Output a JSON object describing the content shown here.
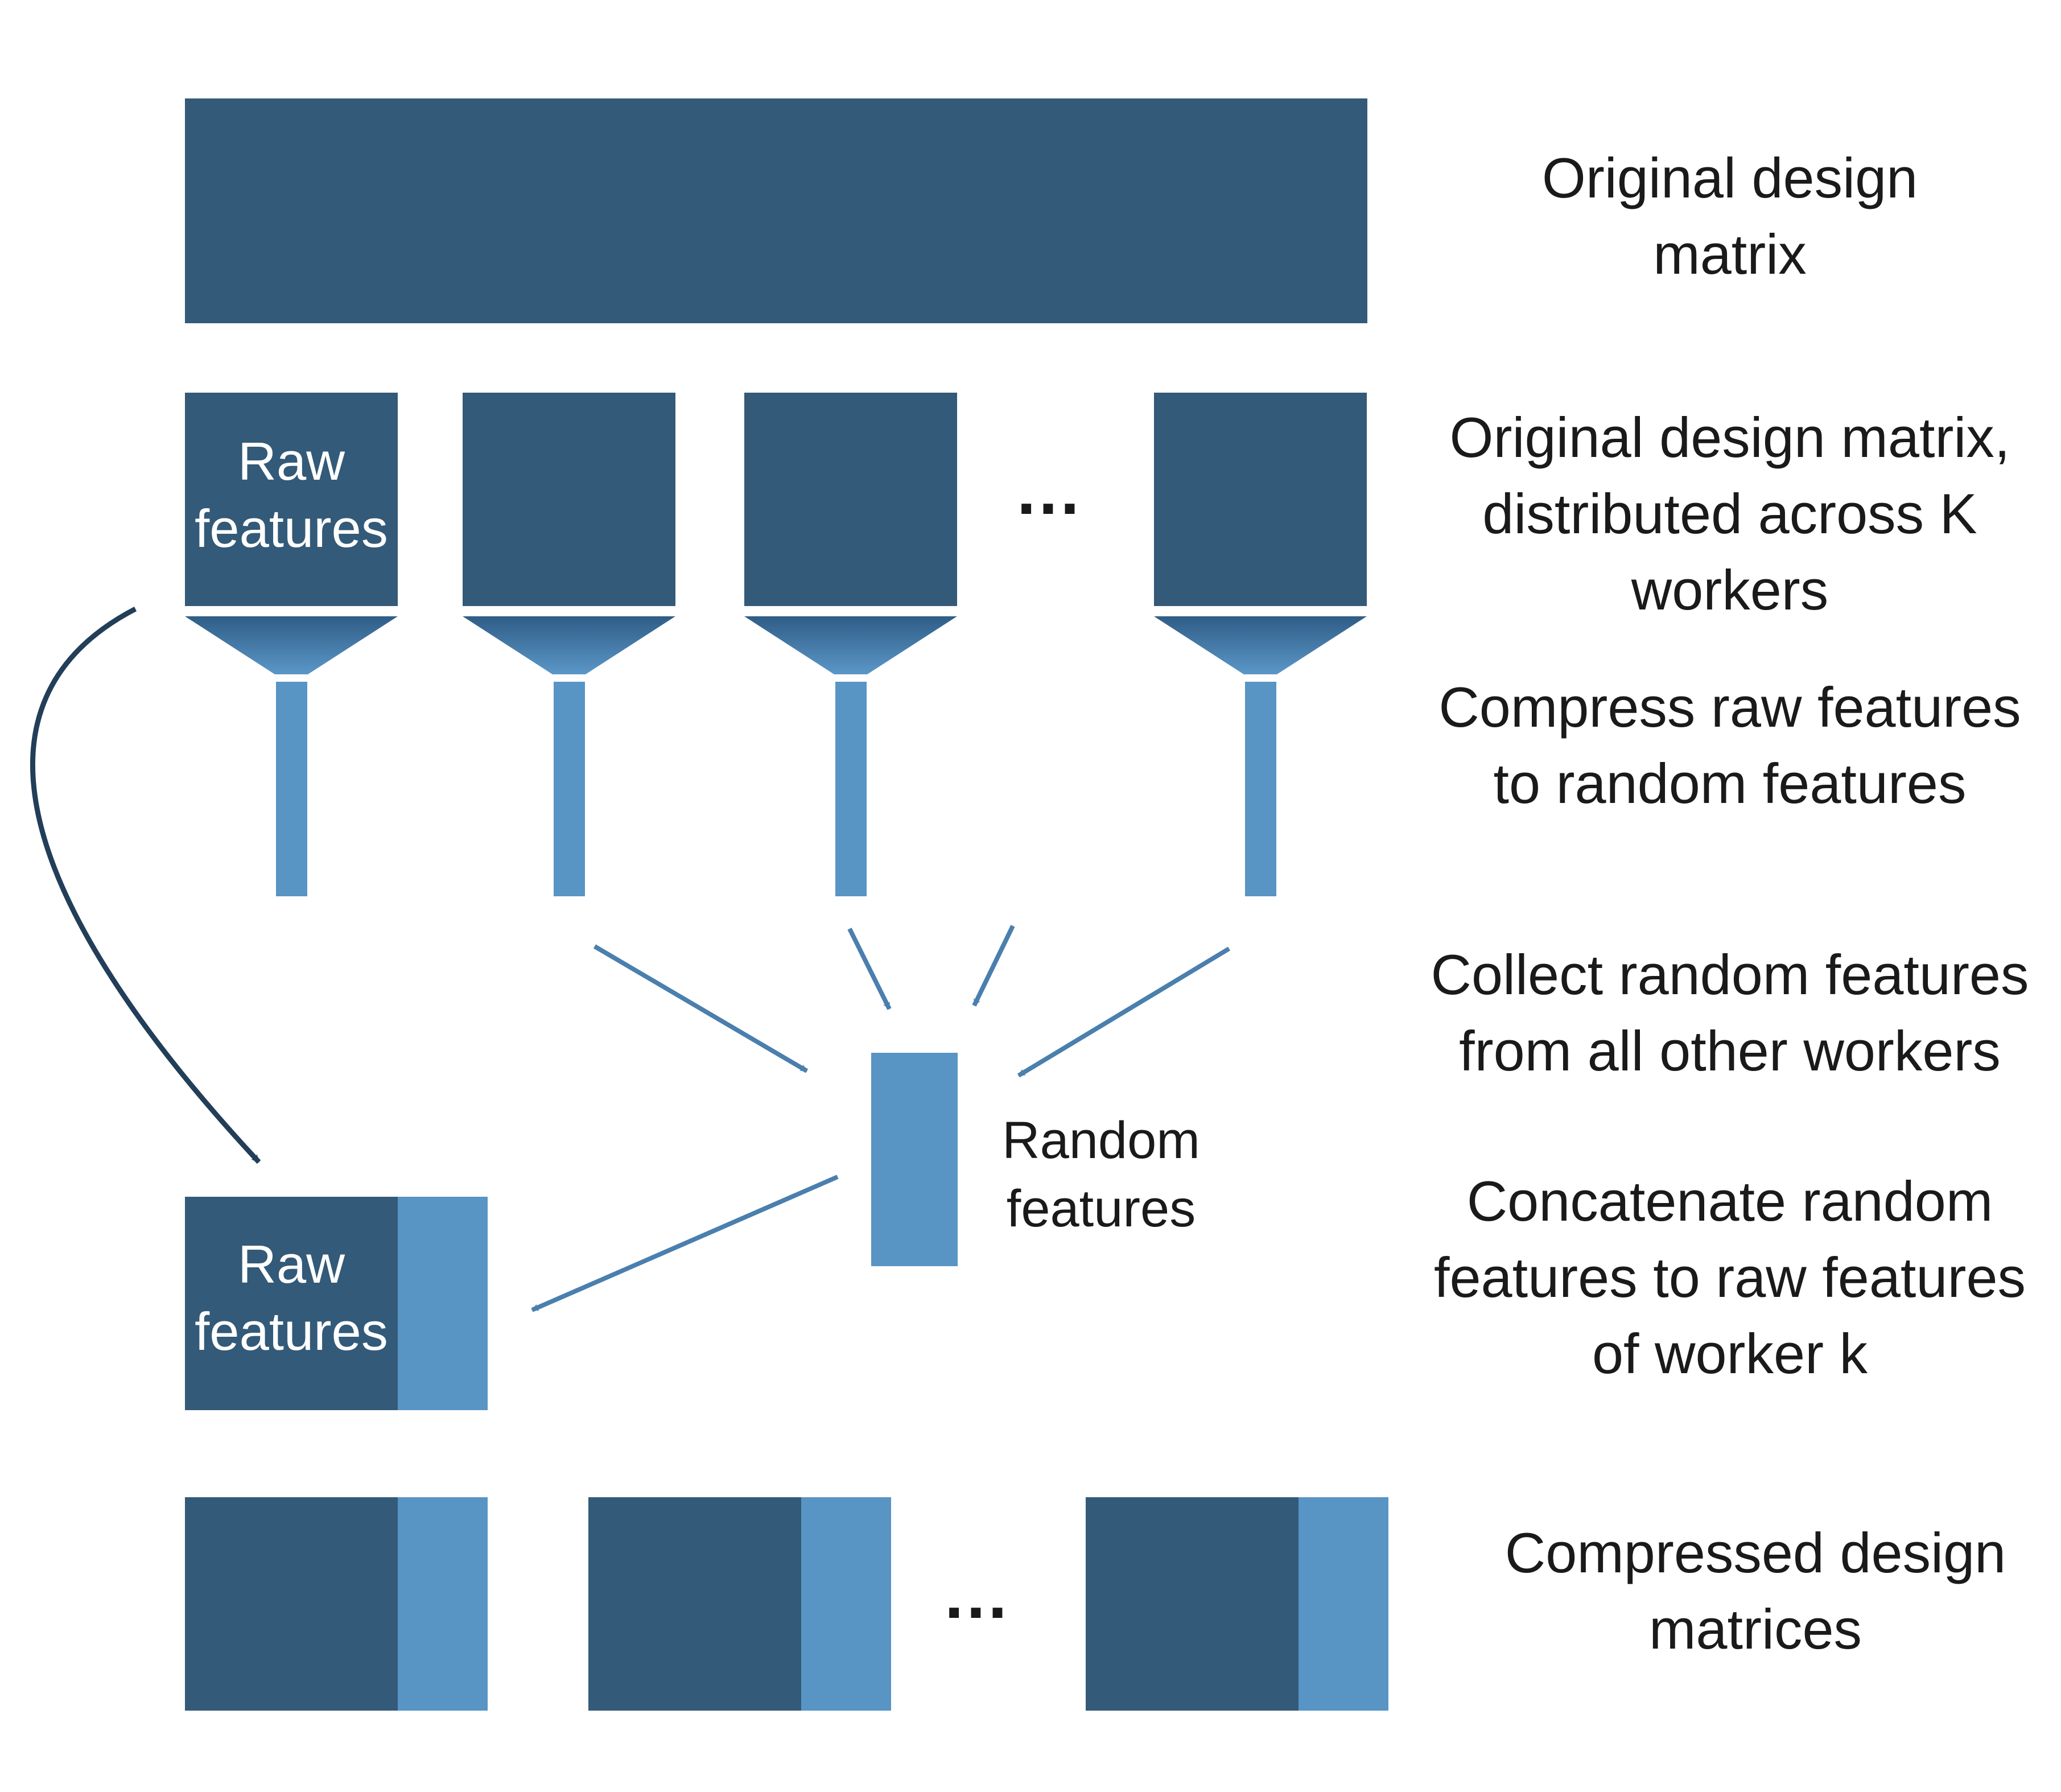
{
  "colors": {
    "dark_block": "#335a78",
    "light_block": "#5894c4",
    "arrow_light": "#4a7fae",
    "arrow_dark": "#223e58",
    "text": "#1a1a1a"
  },
  "blocks": {
    "raw_features_label_line1": "Raw",
    "raw_features_label_line2": "features",
    "random_features_label_line1": "Random",
    "random_features_label_line2": "features",
    "ellipsis": "…"
  },
  "steps": {
    "original_matrix": [
      "Original design",
      "matrix"
    ],
    "distributed": [
      "Original design matrix,",
      "distributed across K",
      "workers"
    ],
    "compress": [
      "Compress raw features",
      "to random features"
    ],
    "collect": [
      "Collect random features",
      "from all other workers"
    ],
    "concatenate": [
      "Concatenate random",
      "features to raw features",
      "of worker k"
    ],
    "compressed": [
      "Compressed design",
      "matrices"
    ]
  }
}
